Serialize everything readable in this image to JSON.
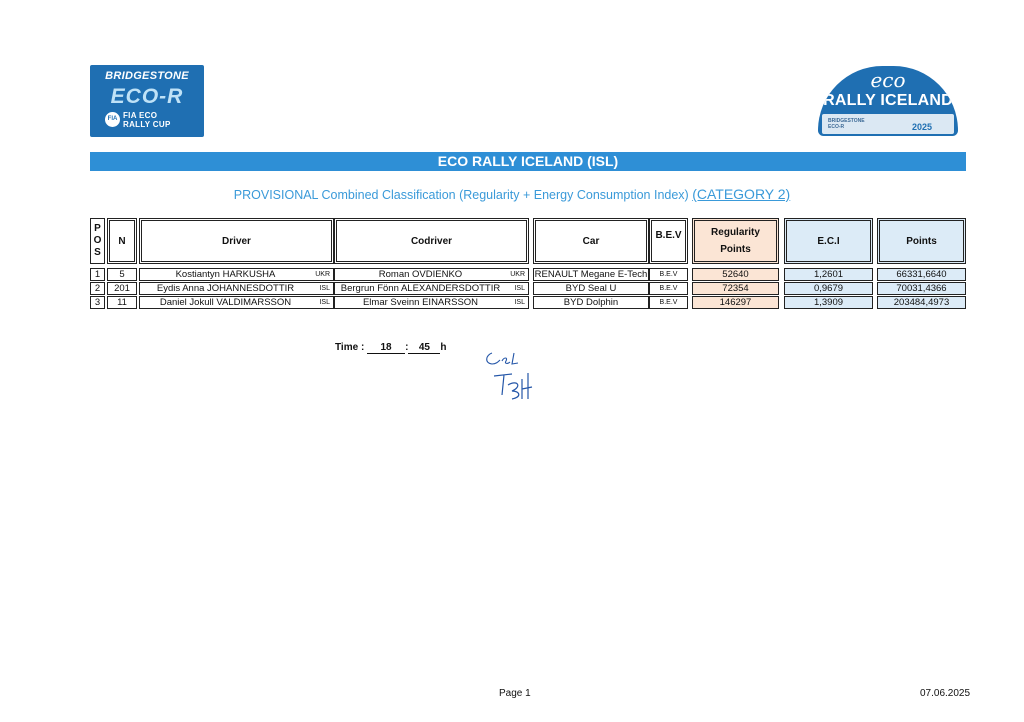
{
  "logos": {
    "left": {
      "line1": "BRIDGESTONE",
      "line2": "ECO-R",
      "fia": "FIA",
      "line3a": "FIA ECO",
      "line3b": "RALLY CUP"
    },
    "right": {
      "line1": "eco",
      "line2": "RALLY ICELAND",
      "year": "2025",
      "mini1": "BRIDGESTONE",
      "mini2": "ECO-R"
    }
  },
  "banner": "ECO RALLY ICELAND (ISL)",
  "subtitle": {
    "prefix": "PROVISIONAL Combined Classification (Regularity + Energy Consumption Index)",
    "category": "(CATEGORY 2)"
  },
  "table": {
    "headers": {
      "pos": [
        "P",
        "O",
        "S"
      ],
      "n": "N",
      "driver": "Driver",
      "codriver": "Codriver",
      "car": "Car",
      "bev": "B.E.V",
      "regularity": [
        "Regularity",
        "Points"
      ],
      "eci": "E.C.I",
      "points": "Points"
    },
    "rows": [
      {
        "pos": "1",
        "n": "5",
        "driver": "Kostiantyn HARKUSHA",
        "driver_nat": "UKR",
        "codriver": "Roman OVDIENKO",
        "codriver_nat": "UKR",
        "car": "RENAULT Megane E-Tech",
        "bev": "B.E.V",
        "regularity": "52640",
        "eci": "1,2601",
        "points": "66331,6640"
      },
      {
        "pos": "2",
        "n": "201",
        "driver": "Eydis Anna JOHANNESDOTTIR",
        "driver_nat": "ISL",
        "codriver": "Bergrun Fönn ALEXANDERSDOTTIR",
        "codriver_nat": "ISL",
        "car": "BYD Seal U",
        "bev": "B.E.V",
        "regularity": "72354",
        "eci": "0,9679",
        "points": "70031,4366"
      },
      {
        "pos": "3",
        "n": "11",
        "driver": "Daniel Jokull VALDIMARSSON",
        "driver_nat": "ISL",
        "codriver": "Elmar Sveinn EINARSSON",
        "codriver_nat": "ISL",
        "car": "BYD Dolphin",
        "bev": "B.E.V",
        "regularity": "146297",
        "eci": "1,3909",
        "points": "203484,4973"
      }
    ]
  },
  "time": {
    "label": "Time :",
    "hour": "18",
    "minute": "45",
    "suffix": "h"
  },
  "footer": {
    "page": "Page 1",
    "date": "07.06.2025"
  },
  "colors": {
    "banner": "#2e8fd6",
    "subtitle": "#3a9ad9",
    "header_blue": "#dcebf7",
    "header_peach": "#fbe5d5",
    "logo_blue": "#1f6fb2"
  }
}
